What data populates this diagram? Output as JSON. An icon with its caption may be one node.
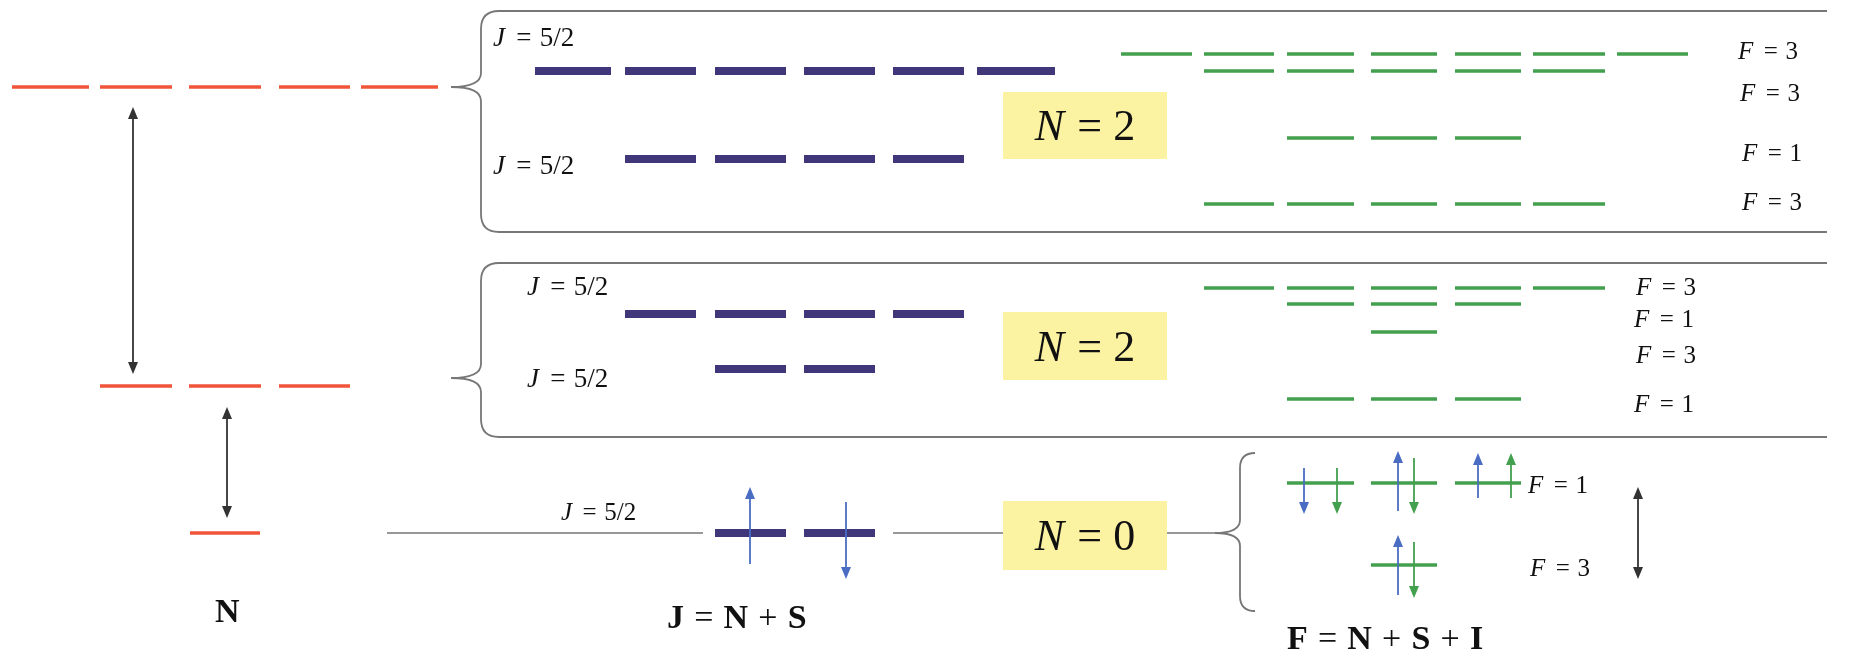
{
  "diagram": {
    "nodes": [
      {
        "text": [
          "*N* = 2"
        ]
      },
      {
        "text": [
          "*N* = 2"
        ]
      },
      {
        "text": [
          "*N* = 0"
        ]
      }
    ],
    "labels": [
      "*J* = 5/2",
      "*F* = 3",
      "*F* = 3",
      "*F* = 1",
      "*J* = 5/2",
      "*F* = 3",
      "*J* = 5/2",
      "*F* = 3",
      "*F* = 1",
      "*F* = 3",
      "*J* = 5/2",
      "*F* = 1",
      "*F* = 1",
      "*J* = 5/2",
      "*F* = 3",
      "N",
      "**J** = **N** + **S**",
      "**F** = **N** + **S** + **I**"
    ]
  }
}
